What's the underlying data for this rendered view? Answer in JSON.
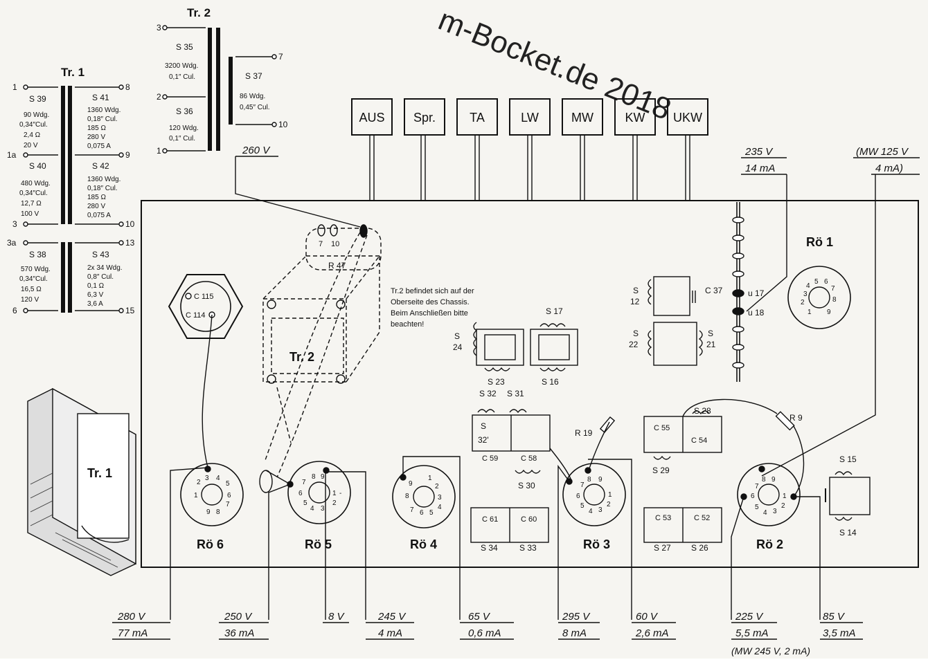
{
  "watermark": "m-Bocket.de 2018",
  "tr1": {
    "title": "Tr. 1",
    "terminals_left": [
      "1",
      "1a",
      "3",
      "3a",
      "6"
    ],
    "terminals_right": [
      "8",
      "9",
      "10",
      "13",
      "15"
    ],
    "s39": {
      "name": "S 39",
      "lines": [
        "90 Wdg.",
        "0,34″Cul.",
        "2,4 Ω",
        "20 V"
      ]
    },
    "s40": {
      "name": "S 40",
      "lines": [
        "480 Wdg.",
        "0,34″Cul.",
        "12,7 Ω",
        "100 V"
      ]
    },
    "s38": {
      "name": "S 38",
      "lines": [
        "570 Wdg.",
        "0,34″Cul.",
        "16,5 Ω",
        "120 V"
      ]
    },
    "s41": {
      "name": "S 41",
      "lines": [
        "1360 Wdg.",
        "0,18″ Cul.",
        "185 Ω",
        "280 V",
        "0,075 A"
      ]
    },
    "s42": {
      "name": "S 42",
      "lines": [
        "1360 Wdg.",
        "0,18″ Cul.",
        "185 Ω",
        "280 V",
        "0,075 A"
      ]
    },
    "s43": {
      "name": "S 43",
      "lines": [
        "2x 34 Wdg.",
        "0,8″ Cul.",
        "0,1 Ω",
        "6,3 V",
        "3,6 A"
      ]
    }
  },
  "tr2": {
    "title": "Tr. 2",
    "terminals": [
      "3",
      "2",
      "1",
      "7",
      "10"
    ],
    "s35": {
      "name": "S 35",
      "lines": [
        "3200 Wdg.",
        "0,1″ Cul."
      ]
    },
    "s36": {
      "name": "S 36",
      "lines": [
        "120 Wdg.",
        "0,1″ Cul."
      ]
    },
    "s37": {
      "name": "S 37",
      "lines": [
        "86 Wdg.",
        "0,45″ Cul."
      ]
    }
  },
  "buttons": [
    "AUS",
    "Spr.",
    "TA",
    "LW",
    "MW",
    "KW",
    "UKW"
  ],
  "top_voltages": {
    "v260": "260 V",
    "v235": "235 V",
    "i14": "14 mA",
    "mw_a": "(MW 125 V",
    "mw_b": "4 mA)"
  },
  "note": [
    "Tr.2 befindet sich auf der",
    "Oberseite des Chassis.",
    "Beim Anschließen bitte",
    "beachten!"
  ],
  "parts": {
    "tr2_label": "Tr. 2",
    "r47": "R 47",
    "p7": "7",
    "p10": "10",
    "c115": "C 115",
    "c114": "C 114",
    "s17": "S 17",
    "s16": "S 16",
    "s23": "S 23",
    "s24a": "S",
    "s24b": "24",
    "s12a": "S",
    "s12b": "12",
    "c37": "C 37",
    "s22a": "S",
    "s22b": "22",
    "s21a": "S",
    "s21b": "21",
    "u17": "u 17",
    "u18": "u 18",
    "s32": "S 32",
    "s31": "S 31",
    "s32b": "S",
    "s32c": "32'",
    "c59": "C 59",
    "c58": "C 58",
    "s30": "S 30",
    "r19": "R 19",
    "r9": "R 9",
    "c55": "C 55",
    "c54": "C 54",
    "s28": "S 28",
    "s29": "S 29",
    "c61": "C 61",
    "c60": "C 60",
    "s34": "S 34",
    "s33": "S 33",
    "c53": "C 53",
    "c52": "C 52",
    "s27": "S 27",
    "s26": "S 26",
    "s15": "S 15",
    "s14": "S 14",
    "tr1_label": "Tr. 1"
  },
  "tubes": [
    {
      "name": "Rö 6"
    },
    {
      "name": "Rö 5"
    },
    {
      "name": "Rö 4"
    },
    {
      "name": "Rö 3"
    },
    {
      "name": "Rö 2"
    },
    {
      "name": "Rö 1"
    }
  ],
  "bottom": [
    {
      "v": "280 V",
      "i": "77 mA"
    },
    {
      "v": "250 V",
      "i": "36 mA"
    },
    {
      "v": "8 V",
      "i": ""
    },
    {
      "v": "245 V",
      "i": "4 mA"
    },
    {
      "v": "65 V",
      "i": "0,6 mA"
    },
    {
      "v": "295 V",
      "i": "8 mA"
    },
    {
      "v": "60 V",
      "i": "2,6 mA"
    },
    {
      "v": "225 V",
      "i": "5,5 mA"
    },
    {
      "v": "85 V",
      "i": "3,5 mA"
    }
  ],
  "bottom_note": "(MW 245 V, 2 mA)"
}
